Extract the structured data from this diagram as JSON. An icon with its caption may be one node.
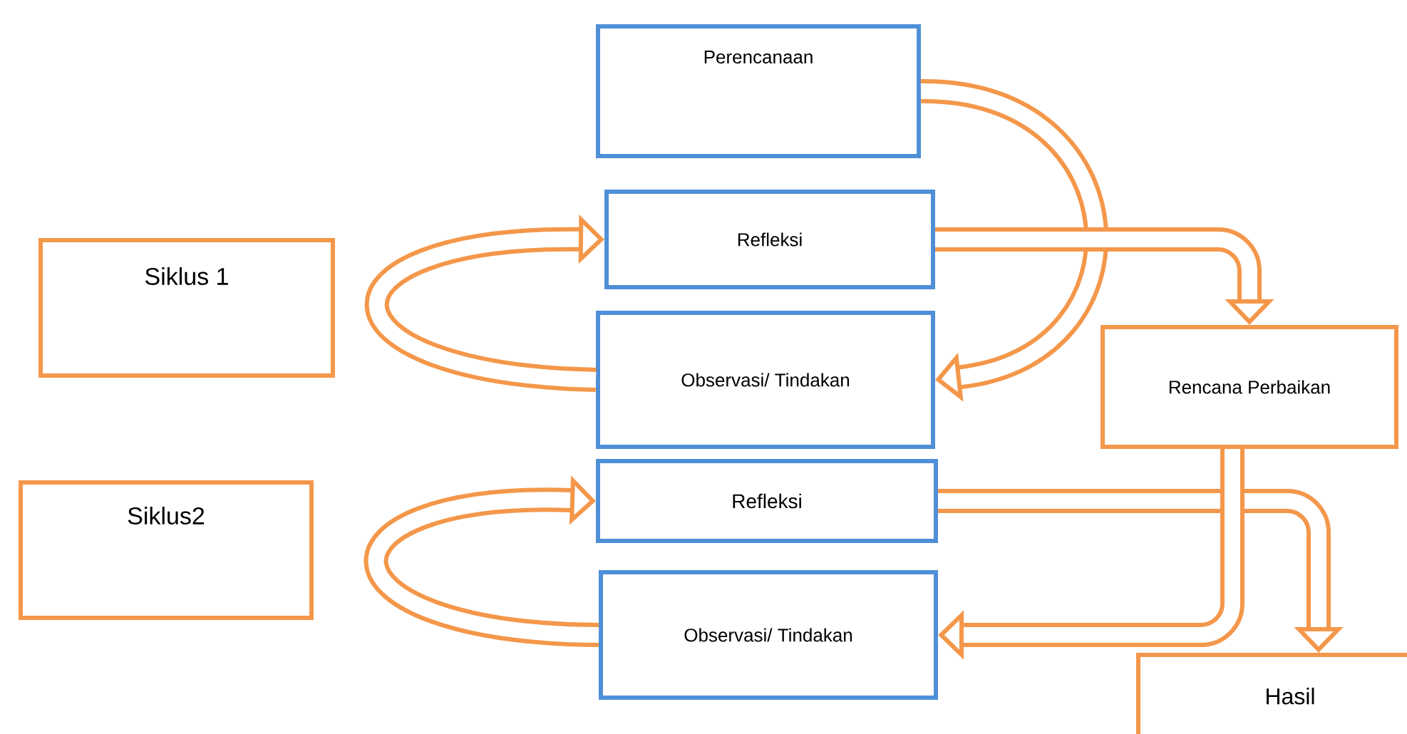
{
  "diagram": {
    "nodes": [
      {
        "text": [
          "Perencanaan"
        ]
      },
      {
        "text": [
          "Refleksi"
        ]
      },
      {
        "text": [
          "Observasi/ Tindakan"
        ]
      },
      {
        "text": [
          "Refleksi"
        ]
      },
      {
        "text": [
          "Observasi/ Tindakan"
        ]
      },
      {
        "text": [
          "Siklus 1"
        ]
      },
      {
        "text": [
          "Siklus2"
        ]
      },
      {
        "text": [
          "Rencana Perbaikan"
        ]
      },
      {
        "text": [
          "Hasil"
        ]
      }
    ],
    "edges": [
      {
        "from": 0,
        "to": 2,
        "arrow": "to"
      },
      {
        "from": 2,
        "to": 1,
        "arrow": "to"
      },
      {
        "from": 1,
        "to": 7,
        "arrow": "to"
      },
      {
        "from": 3,
        "to": 8,
        "arrow": "to"
      },
      {
        "from": 7,
        "to": 4,
        "arrow": "to"
      },
      {
        "from": 4,
        "to": 3,
        "arrow": "to"
      }
    ]
  }
}
